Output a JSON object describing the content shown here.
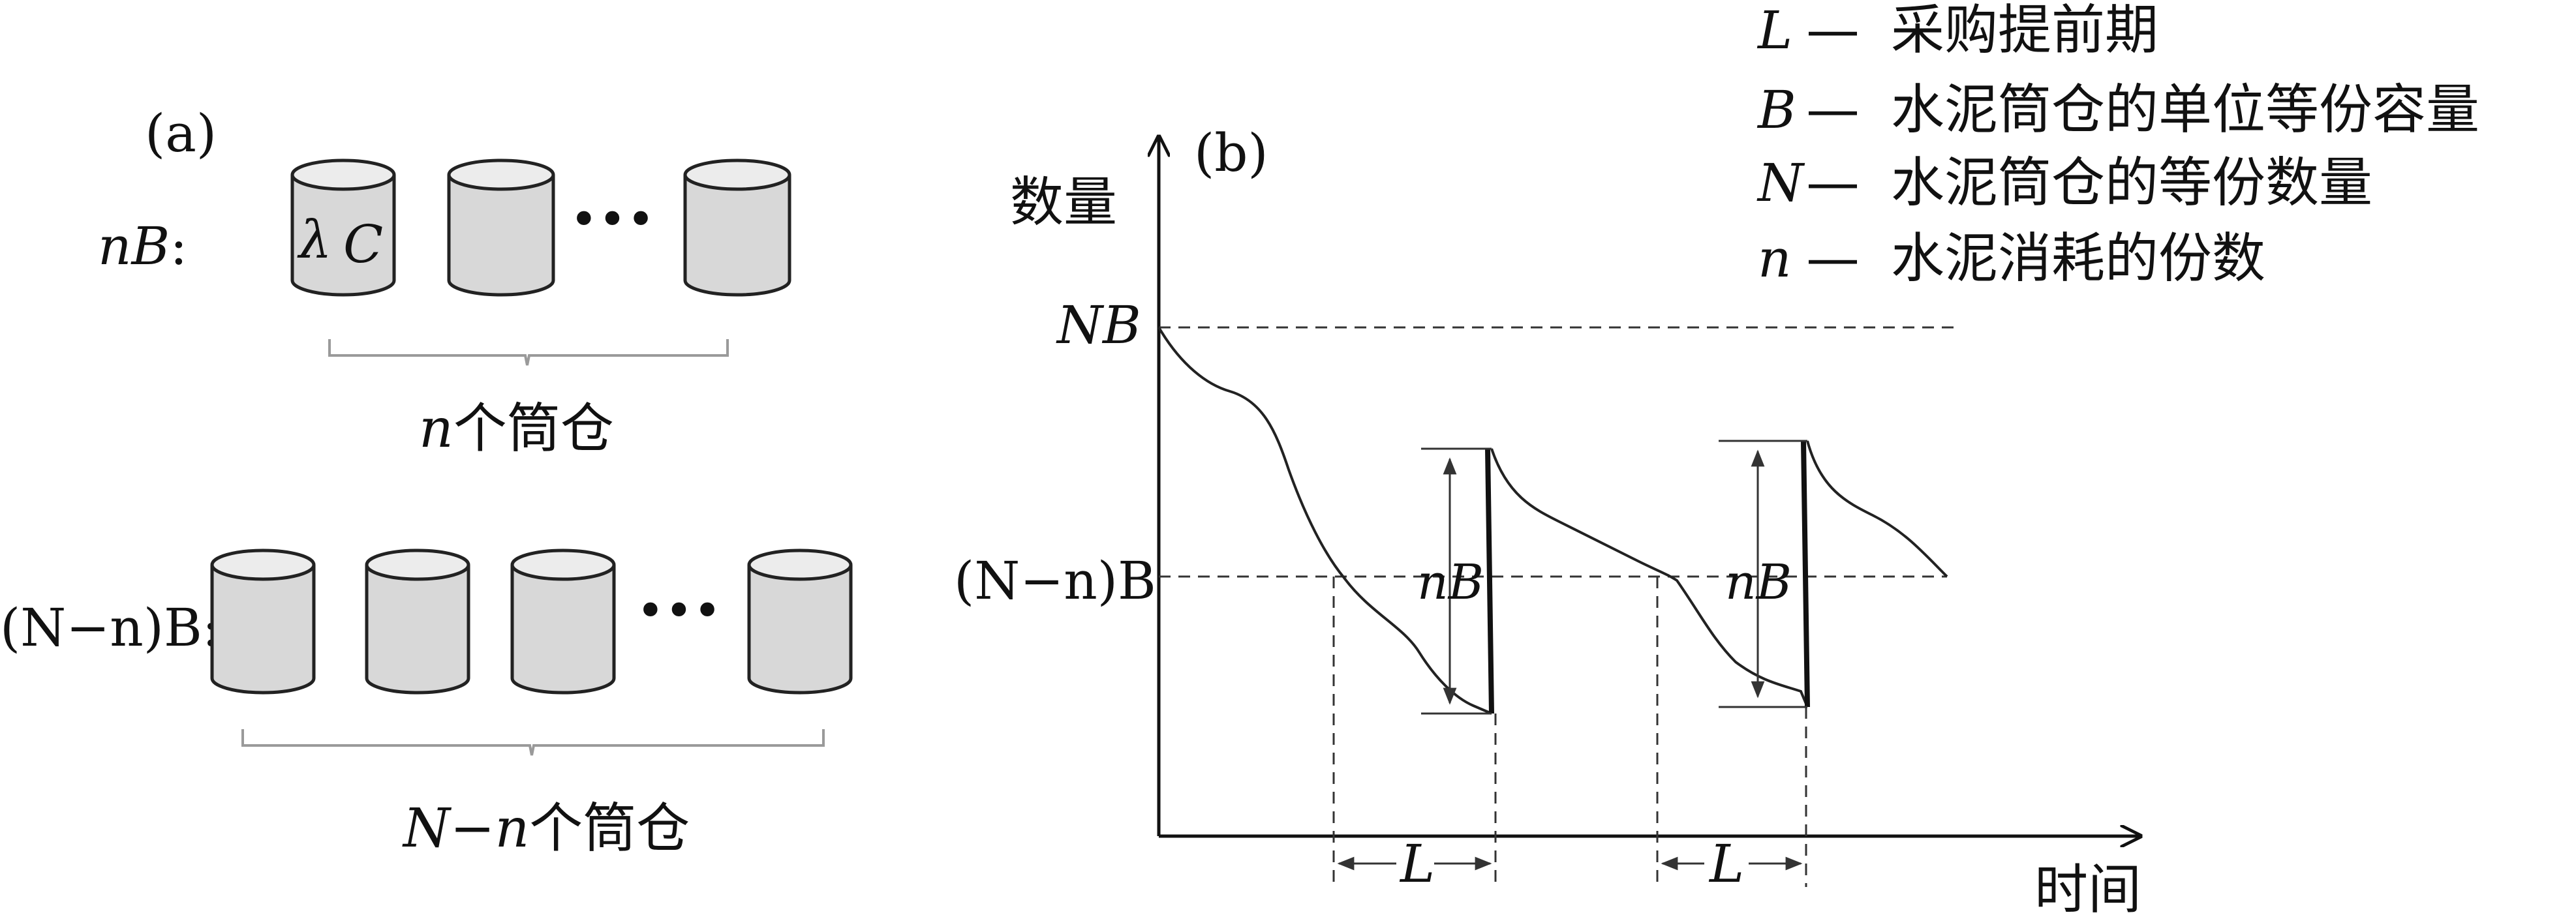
{
  "panel_a": {
    "label": "(a)",
    "row1": {
      "label_var": "nB",
      "label_colon": ":",
      "can_text_lambda": "λ",
      "can_text_c": "C",
      "ellipsis": "•••",
      "group_var": "n",
      "group_text": "个筒仓"
    },
    "row2": {
      "label_var": "(N−n)B",
      "label_colon": ":",
      "ellipsis": "•••",
      "group_var": "N−n",
      "group_text": "个筒仓"
    }
  },
  "panel_b": {
    "label": "(b)",
    "y_axis_label": "数量",
    "x_axis_label": "时间",
    "nb_label": "NB",
    "mid_label": "(N−n)B",
    "refill_label_1": "nB",
    "refill_label_2": "nB",
    "lead_label_1": "L",
    "lead_label_2": "L"
  },
  "legend": [
    {
      "sym": "L",
      "dash": "—",
      "text": "采购提前期"
    },
    {
      "sym": "B",
      "dash": "—",
      "text": "水泥筒仓的单位等份容量"
    },
    {
      "sym": "N",
      "dash": "—",
      "text": "水泥筒仓的等份数量"
    },
    {
      "sym": "n",
      "dash": "—",
      "text": "水泥消耗的份数"
    }
  ],
  "colors": {
    "can_fill": "#d8d8d8",
    "line": "#222222",
    "brace": "#9a9a9a"
  }
}
